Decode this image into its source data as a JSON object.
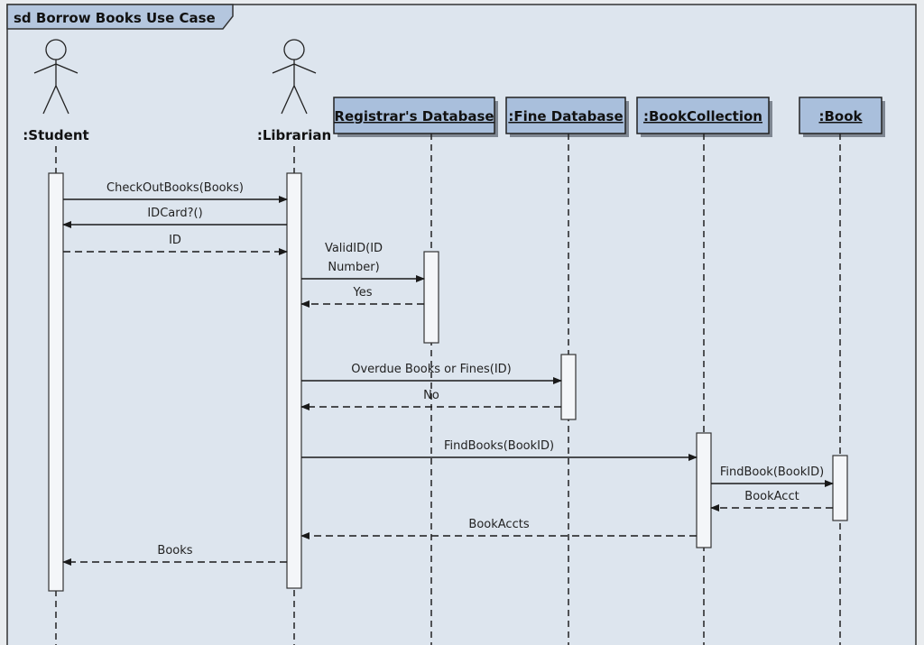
{
  "diagram": {
    "title": "sd Borrow Books Use Case",
    "colors": {
      "background": "#dde5ee",
      "header": "#b4c6de",
      "box": "#a9bfdc",
      "line": "#1a1a1a",
      "activation": "#f4f6f9"
    },
    "participants": [
      {
        "id": "student",
        "name": ":Student",
        "kind": "actor"
      },
      {
        "id": "librarian",
        "name": ":Librarian",
        "kind": "actor"
      },
      {
        "id": "registrar",
        "name": "Registrar's Database",
        "kind": "object"
      },
      {
        "id": "fine",
        "name": ":Fine Database",
        "kind": "object"
      },
      {
        "id": "collection",
        "name": ":BookCollection",
        "kind": "object"
      },
      {
        "id": "book",
        "name": ":Book",
        "kind": "object"
      }
    ],
    "messages": [
      {
        "from": "student",
        "to": "librarian",
        "label": "CheckOutBooks(Books)",
        "type": "call"
      },
      {
        "from": "librarian",
        "to": "student",
        "label": "IDCard?()",
        "type": "call"
      },
      {
        "from": "student",
        "to": "librarian",
        "label": "ID",
        "type": "return"
      },
      {
        "from": "librarian",
        "to": "registrar",
        "label": "ValidID(ID Number)",
        "label_lines": [
          "ValidID(ID",
          "Number)"
        ],
        "type": "call"
      },
      {
        "from": "registrar",
        "to": "librarian",
        "label": "Yes",
        "type": "return"
      },
      {
        "from": "librarian",
        "to": "fine",
        "label": "Overdue Books or Fines(ID)",
        "type": "call"
      },
      {
        "from": "fine",
        "to": "librarian",
        "label": "No",
        "type": "return"
      },
      {
        "from": "librarian",
        "to": "collection",
        "label": "FindBooks(BookID)",
        "type": "call"
      },
      {
        "from": "collection",
        "to": "book",
        "label": "FindBook(BookID)",
        "type": "call"
      },
      {
        "from": "book",
        "to": "collection",
        "label": "BookAcct",
        "type": "return"
      },
      {
        "from": "collection",
        "to": "librarian",
        "label": "BookAccts",
        "type": "return"
      },
      {
        "from": "librarian",
        "to": "student",
        "label": "Books",
        "type": "return"
      }
    ]
  }
}
